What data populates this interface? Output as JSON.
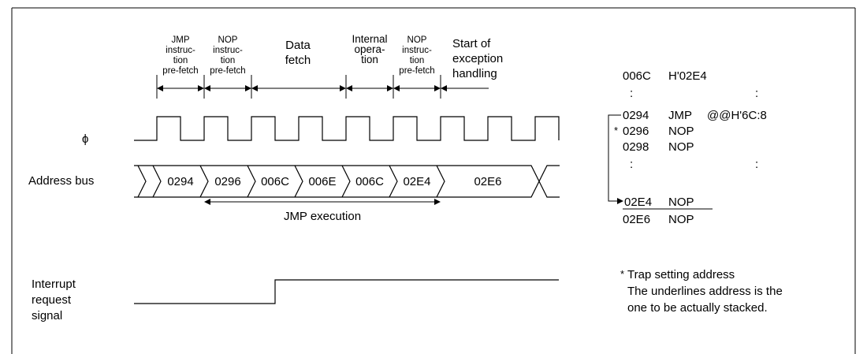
{
  "phases": [
    {
      "lines": [
        "JMP",
        "instruc-",
        "tion",
        "pre-fetch"
      ]
    },
    {
      "lines": [
        "NOP",
        "instruc-",
        "tion",
        "pre-fetch"
      ]
    },
    {
      "lines": [
        "Data",
        "fetch"
      ]
    },
    {
      "lines": [
        "Internal",
        "opera-",
        "tion"
      ]
    },
    {
      "lines": [
        "NOP",
        "instruc-",
        "tion",
        "pre-fetch"
      ]
    },
    {
      "lines": [
        "Start of",
        "exception",
        "handling"
      ]
    }
  ],
  "signals": {
    "phi": "ϕ",
    "address_bus": "Address bus",
    "interrupt": [
      "Interrupt",
      "request",
      "signal"
    ]
  },
  "addresses": [
    "0294",
    "0296",
    "006C",
    "006E",
    "006C",
    "02E4",
    "02E6"
  ],
  "jmp_execution": "JMP execution",
  "memory": {
    "vector_addr": "006C",
    "vector_value": "H'02E4",
    "dots": ":",
    "rows": [
      {
        "addr": "0294",
        "op": "JMP",
        "arg": "@@H'6C:8",
        "star": ""
      },
      {
        "addr": "0296",
        "op": "NOP",
        "arg": "",
        "star": "*"
      },
      {
        "addr": "0298",
        "op": "NOP",
        "arg": "",
        "star": ""
      }
    ],
    "stacked_rows": [
      {
        "addr": "02E4",
        "op": "NOP"
      },
      {
        "addr": "02E6",
        "op": "NOP"
      }
    ]
  },
  "note": {
    "star": "*",
    "line1": "Trap setting address",
    "line2": "The underlines address is the",
    "line3": "one to be actually stacked."
  }
}
